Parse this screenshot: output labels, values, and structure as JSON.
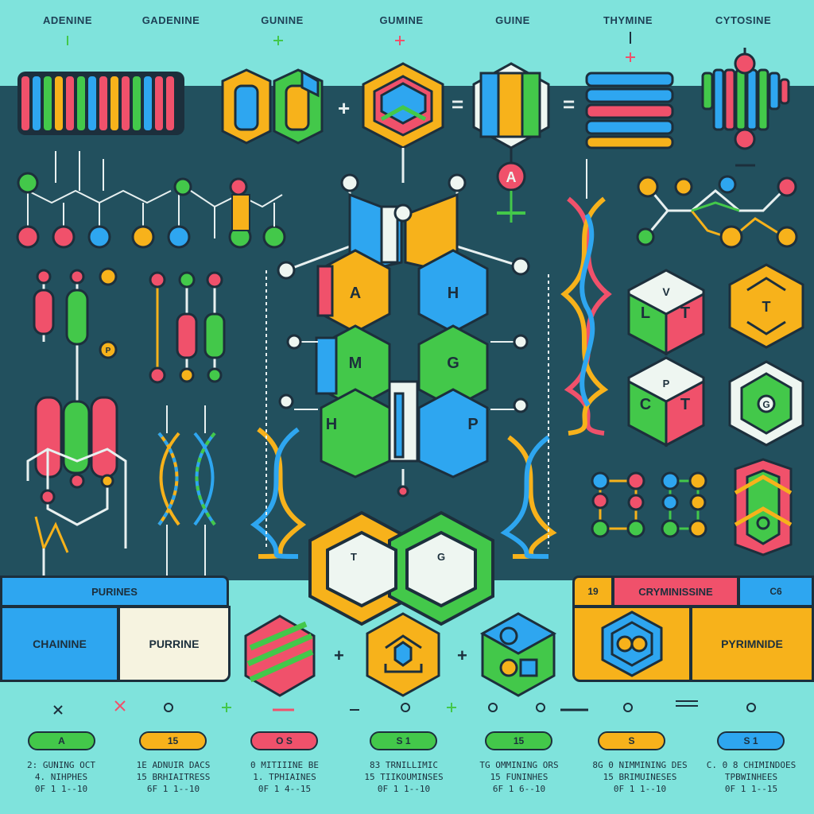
{
  "header": {
    "labels": [
      "ADENINE",
      "GADENINE",
      "GUNINE",
      "GUMINE",
      "GUINE",
      "THYMINE",
      "CYTOSINE"
    ]
  },
  "hex_letters": {
    "a": "A",
    "h1": "H",
    "m": "M",
    "g": "G",
    "h2": "H",
    "p": "P",
    "l": "L",
    "t1": "T",
    "t2": "T",
    "p2": "P",
    "c": "C",
    "t3": "T",
    "g2": "G",
    "a_circle": "A"
  },
  "bands": {
    "purines_title": "PURINES",
    "chainine": "CHAININE",
    "purrine": "PURRINE",
    "tab_num": "19",
    "cryminissine": "CRYMINISSINE",
    "tab_right": "C6",
    "pyrimnide": "PYRIMNIDE"
  },
  "pills": [
    {
      "label": "A",
      "color": "#43c84a"
    },
    {
      "label": "15",
      "color": "#f7b21b"
    },
    {
      "label": "O S",
      "color": "#f0516b"
    },
    {
      "label": "S 1",
      "color": "#43c84a"
    },
    {
      "label": "15",
      "color": "#43c84a"
    },
    {
      "label": "S",
      "color": "#f7b21b"
    },
    {
      "label": "S 1",
      "color": "#2ea6f0"
    }
  ],
  "footer": [
    {
      "l1": "2: GUNING OCT",
      "l2": "4. NIHPHES",
      "l3": "0F 1 1--10"
    },
    {
      "l1": "1E ADNUIR DACS",
      "l2": "15 BRHIAITRESS",
      "l3": "6F 1 1--10"
    },
    {
      "l1": "0 MITIIINE BE",
      "l2": "1. TPHIAINES",
      "l3": "0F 1 4--15"
    },
    {
      "l1": "83 TRNILLIMIC",
      "l2": "15 TIIKOUMINSES",
      "l3": "0F 1 1--10"
    },
    {
      "l1": "TG OMMINING ORS",
      "l2": "15 FUNINHES",
      "l3": "6F 1 6--10"
    },
    {
      "l1": "8G 0 NIMMINING DES",
      "l2": "15 BRIMUINESES",
      "l3": "0F 1 1--10"
    },
    {
      "l1": "C. 0 8 CHIMINDOES",
      "l2": "TPBWINHEES",
      "l3": "0F 1 1--15"
    }
  ],
  "colors": {
    "background": "#7fe3dc",
    "panel": "#22505e",
    "red": "#f0516b",
    "green": "#43c84a",
    "blue": "#2ea6f0",
    "yellow": "#f7b21b",
    "dark": "#1c2f3c"
  }
}
